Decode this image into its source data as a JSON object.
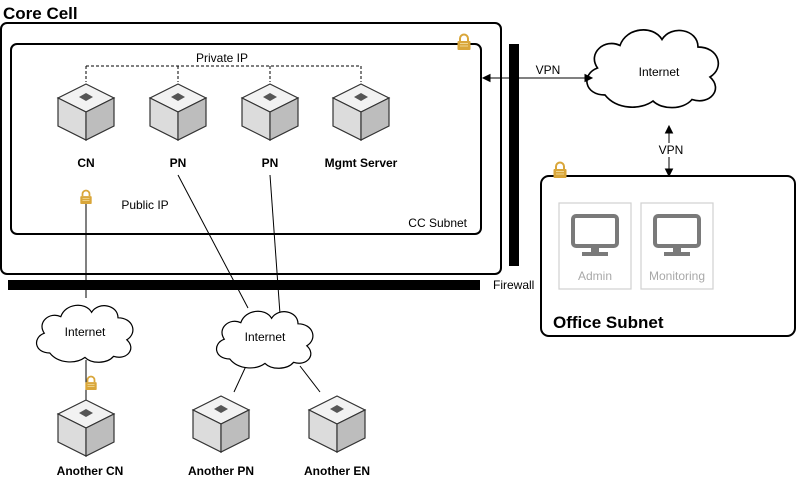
{
  "core_cell": {
    "title": "Core Cell"
  },
  "cc_subnet": {
    "label": "CC Subnet",
    "private_ip_label": "Private IP",
    "public_ip_label": "Public IP"
  },
  "nodes": {
    "cn": "CN",
    "pn1": "PN",
    "pn2": "PN",
    "mgmt": "Mgmt Server",
    "another_cn": "Another CN",
    "another_pn": "Another PN",
    "another_en": "Another EN"
  },
  "firewall": {
    "label": "Firewall"
  },
  "internet": {
    "top": "Internet",
    "left": "Internet",
    "middle": "Internet"
  },
  "vpn": {
    "horizontal": "VPN",
    "vertical": "VPN"
  },
  "office_subnet": {
    "title": "Office Subnet",
    "admin": "Admin",
    "monitoring": "Monitoring"
  },
  "colors": {
    "lock": "#d9a63a",
    "server_face": "#e6e6e6",
    "server_side": "#bdbdbd",
    "monitor": "#7a7a7a",
    "monitor_box_border": "#d0d0d0"
  },
  "icons": [
    "server-icon",
    "lock-icon",
    "cloud-icon",
    "monitor-icon"
  ]
}
